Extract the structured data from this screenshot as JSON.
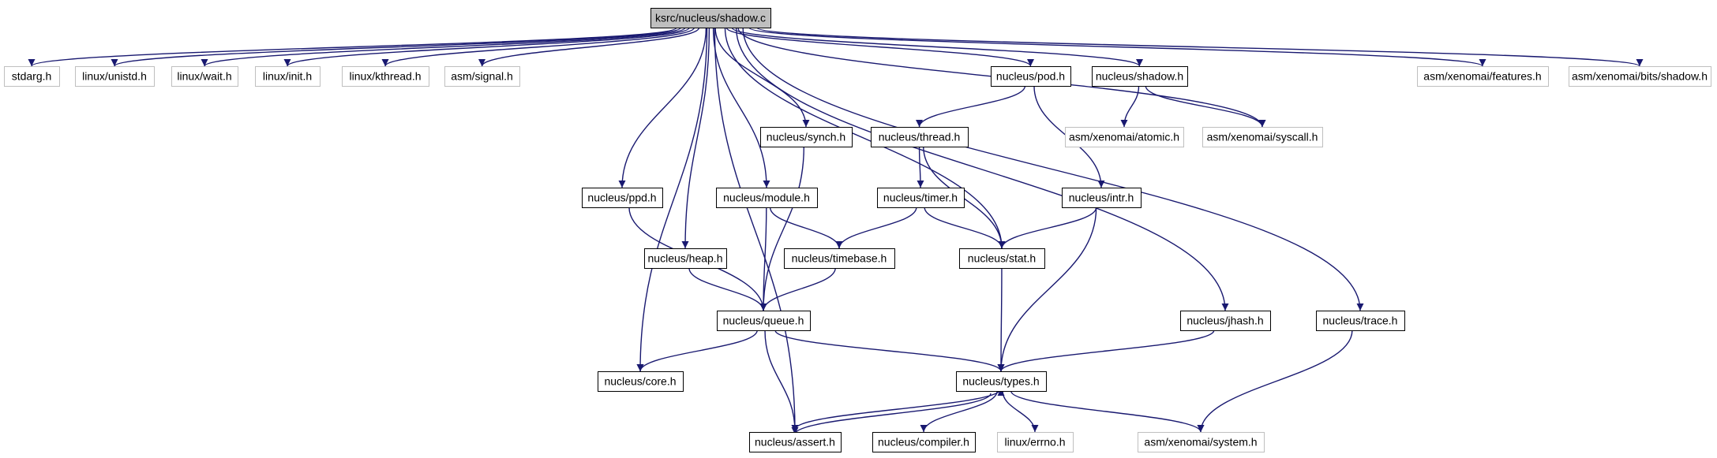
{
  "colors": {
    "edge": "#191970",
    "root_fill": "#bfbfbf",
    "node_border": "#000000",
    "external_border": "#bfbfbf",
    "background": "#ffffff"
  },
  "nodes": [
    {
      "id": "root",
      "label": "ksrc/nucleus/shadow.c",
      "kind": "root"
    },
    {
      "id": "stdarg",
      "label": "stdarg.h",
      "kind": "external"
    },
    {
      "id": "linux_unistd",
      "label": "linux/unistd.h",
      "kind": "external"
    },
    {
      "id": "linux_wait",
      "label": "linux/wait.h",
      "kind": "external"
    },
    {
      "id": "linux_init",
      "label": "linux/init.h",
      "kind": "external"
    },
    {
      "id": "linux_kthread",
      "label": "linux/kthread.h",
      "kind": "external"
    },
    {
      "id": "asm_signal",
      "label": "asm/signal.h",
      "kind": "external"
    },
    {
      "id": "nucleus_pod",
      "label": "nucleus/pod.h",
      "kind": "internal"
    },
    {
      "id": "nucleus_shadow",
      "label": "nucleus/shadow.h",
      "kind": "internal"
    },
    {
      "id": "asm_features",
      "label": "asm/xenomai/features.h",
      "kind": "external"
    },
    {
      "id": "asm_bits_shadow",
      "label": "asm/xenomai/bits/shadow.h",
      "kind": "external"
    },
    {
      "id": "nucleus_synch",
      "label": "nucleus/synch.h",
      "kind": "internal"
    },
    {
      "id": "nucleus_thread",
      "label": "nucleus/thread.h",
      "kind": "internal"
    },
    {
      "id": "asm_atomic",
      "label": "asm/xenomai/atomic.h",
      "kind": "external"
    },
    {
      "id": "asm_syscall",
      "label": "asm/xenomai/syscall.h",
      "kind": "external"
    },
    {
      "id": "nucleus_ppd",
      "label": "nucleus/ppd.h",
      "kind": "internal"
    },
    {
      "id": "nucleus_module",
      "label": "nucleus/module.h",
      "kind": "internal"
    },
    {
      "id": "nucleus_timer",
      "label": "nucleus/timer.h",
      "kind": "internal"
    },
    {
      "id": "nucleus_intr",
      "label": "nucleus/intr.h",
      "kind": "internal"
    },
    {
      "id": "nucleus_heap",
      "label": "nucleus/heap.h",
      "kind": "internal"
    },
    {
      "id": "nucleus_timebase",
      "label": "nucleus/timebase.h",
      "kind": "internal"
    },
    {
      "id": "nucleus_stat",
      "label": "nucleus/stat.h",
      "kind": "internal"
    },
    {
      "id": "nucleus_queue",
      "label": "nucleus/queue.h",
      "kind": "internal"
    },
    {
      "id": "nucleus_jhash",
      "label": "nucleus/jhash.h",
      "kind": "internal"
    },
    {
      "id": "nucleus_trace",
      "label": "nucleus/trace.h",
      "kind": "internal"
    },
    {
      "id": "nucleus_core",
      "label": "nucleus/core.h",
      "kind": "internal"
    },
    {
      "id": "nucleus_types",
      "label": "nucleus/types.h",
      "kind": "internal"
    },
    {
      "id": "nucleus_assert",
      "label": "nucleus/assert.h",
      "kind": "internal"
    },
    {
      "id": "nucleus_compiler",
      "label": "nucleus/compiler.h",
      "kind": "internal"
    },
    {
      "id": "linux_errno",
      "label": "linux/errno.h",
      "kind": "external"
    },
    {
      "id": "asm_system",
      "label": "asm/xenomai/system.h",
      "kind": "external"
    }
  ],
  "edges": [
    [
      "root",
      "stdarg"
    ],
    [
      "root",
      "linux_unistd"
    ],
    [
      "root",
      "linux_wait"
    ],
    [
      "root",
      "linux_init"
    ],
    [
      "root",
      "linux_kthread"
    ],
    [
      "root",
      "asm_signal"
    ],
    [
      "root",
      "nucleus_pod"
    ],
    [
      "root",
      "nucleus_shadow"
    ],
    [
      "root",
      "asm_features"
    ],
    [
      "root",
      "asm_bits_shadow"
    ],
    [
      "root",
      "nucleus_synch"
    ],
    [
      "root",
      "nucleus_ppd"
    ],
    [
      "root",
      "nucleus_module"
    ],
    [
      "root",
      "nucleus_heap"
    ],
    [
      "root",
      "nucleus_core"
    ],
    [
      "root",
      "nucleus_assert"
    ],
    [
      "root",
      "nucleus_stat"
    ],
    [
      "root",
      "asm_syscall"
    ],
    [
      "root",
      "nucleus_jhash"
    ],
    [
      "root",
      "nucleus_trace"
    ],
    [
      "nucleus_pod",
      "nucleus_thread"
    ],
    [
      "nucleus_pod",
      "nucleus_intr"
    ],
    [
      "nucleus_shadow",
      "asm_atomic"
    ],
    [
      "nucleus_shadow",
      "asm_syscall"
    ],
    [
      "nucleus_thread",
      "nucleus_timer"
    ],
    [
      "nucleus_thread",
      "nucleus_stat"
    ],
    [
      "nucleus_timer",
      "nucleus_timebase"
    ],
    [
      "nucleus_timer",
      "nucleus_stat"
    ],
    [
      "nucleus_intr",
      "nucleus_stat"
    ],
    [
      "nucleus_intr",
      "nucleus_types"
    ],
    [
      "nucleus_synch",
      "nucleus_queue"
    ],
    [
      "nucleus_ppd",
      "nucleus_queue"
    ],
    [
      "nucleus_module",
      "nucleus_timebase"
    ],
    [
      "nucleus_module",
      "nucleus_queue"
    ],
    [
      "nucleus_heap",
      "nucleus_queue"
    ],
    [
      "nucleus_timebase",
      "nucleus_queue"
    ],
    [
      "nucleus_stat",
      "nucleus_types"
    ],
    [
      "nucleus_queue",
      "nucleus_core"
    ],
    [
      "nucleus_queue",
      "nucleus_assert"
    ],
    [
      "nucleus_queue",
      "nucleus_types"
    ],
    [
      "nucleus_jhash",
      "nucleus_types"
    ],
    [
      "nucleus_trace",
      "asm_system"
    ],
    [
      "nucleus_types",
      "nucleus_assert"
    ],
    [
      "nucleus_assert",
      "nucleus_types"
    ],
    [
      "nucleus_types",
      "nucleus_compiler"
    ],
    [
      "nucleus_types",
      "linux_errno"
    ],
    [
      "nucleus_types",
      "asm_system"
    ]
  ]
}
